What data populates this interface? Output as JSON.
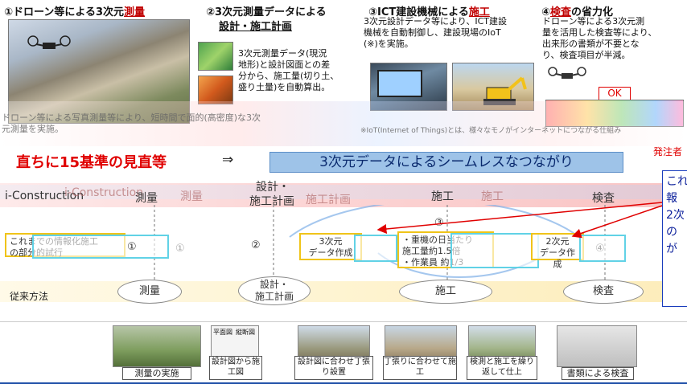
{
  "panels": [
    {
      "num": "①",
      "title_a": "ドローン等による3次元",
      "title_b": "測量",
      "body": []
    },
    {
      "num": "②",
      "title_a": "3次元測量データによる",
      "title_b": "設計・施工計画",
      "body": [
        "3次元測量データ(現況",
        "地形)と設計図面との差",
        "分から、施工量(切り土、",
        "盛り土量)を自動算出。"
      ]
    },
    {
      "num": "③",
      "title_a": "ICT建設機械による",
      "title_b": "施工",
      "body": [
        "3次元設計データ等により、ICT建設",
        "機械を自動制御し、建設現場のIoT",
        "(※)を実施。"
      ]
    },
    {
      "num": "④",
      "title_a": "",
      "title_b": "検査",
      "title_c": "の省力化",
      "body": [
        "ドローン等による3次元測",
        "量を活用した検査等により、",
        "出来形の書類が不要とな",
        "り、検査項目が半減。"
      ],
      "ok": "OK"
    }
  ],
  "overlap": {
    "left": [
      "ドローン等による写真測量等により、短時間で面的(高密度)な3次",
      "元測量を実施。"
    ],
    "iot": [
      "※IoT(Internet of Things)とは、様々なモノがインターネットにつながる仕組み"
    ],
    "orderer": "発注者"
  },
  "headline": {
    "red": "直ちに15基準の見直等",
    "arrow": "⇒",
    "banner": "3次元データによるシームレスなつながり"
  },
  "callout": [
    "これ",
    "報",
    "2次",
    "の",
    "が"
  ],
  "flow": {
    "ict_label": "i-Construction",
    "stages_top": [
      "測量",
      "設計・",
      "施工計画",
      "施工",
      "検査"
    ],
    "partial_label": [
      "これまでの情報化施工",
      "の部分的試行"
    ],
    "nums": [
      "①",
      "②",
      "③",
      "④"
    ],
    "box_3d_left": [
      "3次元",
      "データ作成"
    ],
    "box_center": [
      "・重機の日当たり",
      "施工量約1.5倍",
      "・作業員 約1/3"
    ],
    "box_3d_right": [
      "2次元",
      "データ作成"
    ],
    "conv_label": "従来方法",
    "stages_conv": [
      "測量",
      "設計・",
      "施工計画",
      "施工",
      "検査"
    ]
  },
  "bottom": [
    "測量の実施",
    "設計図から施工図",
    "設計図に合わせ丁張り設置",
    "丁張りに合わせて施工",
    "検測と施工を繰り返して仕上",
    "書類による検査"
  ],
  "bottom_extra": [
    "平面図",
    "縦断図"
  ]
}
